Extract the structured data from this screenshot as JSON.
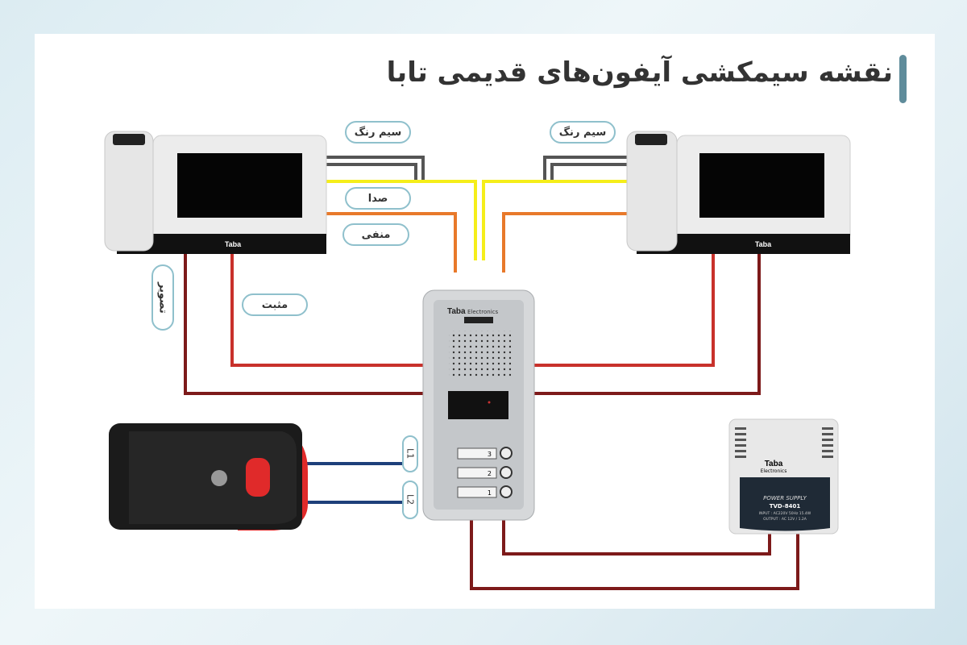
{
  "title": "نقشه سیمکشی آیفون‌های قدیمی تابا",
  "labels": {
    "color_wire_left": "سیم رنگ",
    "color_wire_right": "سیم رنگ",
    "audio": "صدا",
    "negative": "منفی",
    "positive": "مثبت",
    "video": "تصویر",
    "l1": "L1",
    "l2": "L2"
  },
  "devices": {
    "monitor_brand": "Taba",
    "door_station_brand": "Taba",
    "door_station_sub": "Electronics",
    "buttons": [
      "3",
      "2",
      "1"
    ],
    "psu_brand": "Taba",
    "psu_sub": "Electronics",
    "psu_name": "POWER SUPPLY",
    "psu_model": "TVD-8401",
    "psu_input": "INPUT : AC220V 50Hz 15.4W",
    "psu_output": "OUTPUT : AC 12V / 1.2A"
  },
  "colors": {
    "yellow": "#f5ee1a",
    "orange": "#e8792a",
    "red": "#c8312b",
    "dark_red": "#7d1a1a",
    "gray": "#555555",
    "blue": "#1e3f7a",
    "accent": "#5f8c9b"
  }
}
